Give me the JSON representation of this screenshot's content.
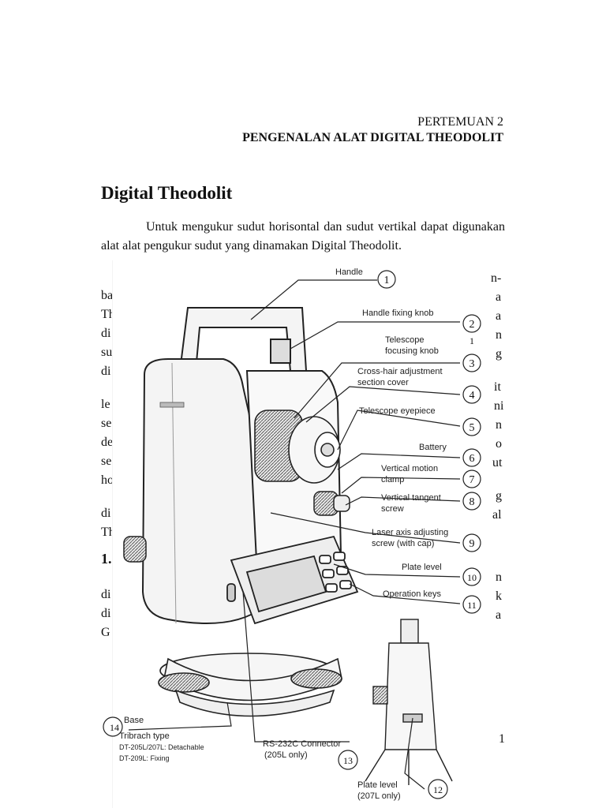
{
  "header": {
    "line1": "PERTEMUAN 2",
    "line2": "PENGENALAN ALAT DIGITAL THEODOLIT"
  },
  "section_title": "Digital Theodolit",
  "intro_paragraph": "Untuk mengukur sudut horisontal dan sudut vertikal dapat digunakan alat  alat pengukur sudut yang dinamakan Digital Theodolit.",
  "left_fragments": [
    "ba",
    "Th",
    "di",
    "su",
    "di",
    "le",
    "se",
    "de",
    "se",
    "ho",
    "di",
    "Th",
    "1.",
    "di",
    "di",
    "G"
  ],
  "right_fragments": [
    "n-",
    "a",
    "a",
    "n",
    "g",
    "it",
    "ni",
    "n",
    "o",
    "ut",
    "g",
    "al",
    "n",
    "k",
    "a"
  ],
  "page_marks": [
    "1",
    "1"
  ],
  "figure": {
    "callouts": [
      {
        "num": "1",
        "label": "Handle"
      },
      {
        "num": "2",
        "label": "Handle fixing knob"
      },
      {
        "num": "3",
        "label": "Telescope focusing knob"
      },
      {
        "num": "4",
        "label": "Cross-hair adjustment section cover"
      },
      {
        "num": "5",
        "label": "Telescope eyepiece"
      },
      {
        "num": "6",
        "label": "Battery"
      },
      {
        "num": "7",
        "label": "Vertical motion clamp"
      },
      {
        "num": "8",
        "label": "Vertical tangent screw"
      },
      {
        "num": "9",
        "label": "Laser axis adjusting screw (with cap)"
      },
      {
        "num": "10",
        "label": "Plate level"
      },
      {
        "num": "11",
        "label": "Operation keys"
      },
      {
        "num": "12",
        "label": "Plate level (207L only)"
      },
      {
        "num": "13",
        "label": "RS-232C Connector (205L only)"
      },
      {
        "num": "14",
        "label": "Base"
      }
    ],
    "label_lines": {
      "handle": "Handle",
      "handle_fixing": "Handle fixing knob",
      "tel_focus_1": "Telescope",
      "tel_focus_2": "focusing knob",
      "crosshair_1": "Cross-hair adjustment",
      "crosshair_2": "section cover",
      "eyepiece": "Telescope eyepiece",
      "battery": "Battery",
      "vclamp_1": "Vertical motion",
      "vclamp_2": "clamp",
      "vtangent_1": "Vertical tangent",
      "vtangent_2": "screw",
      "laser_1": "Laser axis adjusting",
      "laser_2": "screw (with cap)",
      "plate_level": "Plate level",
      "op_keys": "Operation keys",
      "base": "Base",
      "tribrach": "Tribrach type",
      "tribrach_1": "DT-205L/207L: Detachable",
      "tribrach_2": "DT-209L: Fixing",
      "rs232_1": "RS-232C Connector",
      "rs232_2": "(205L only)",
      "plate_level2_1": "Plate  level",
      "plate_level2_2": "(207L only)"
    }
  }
}
